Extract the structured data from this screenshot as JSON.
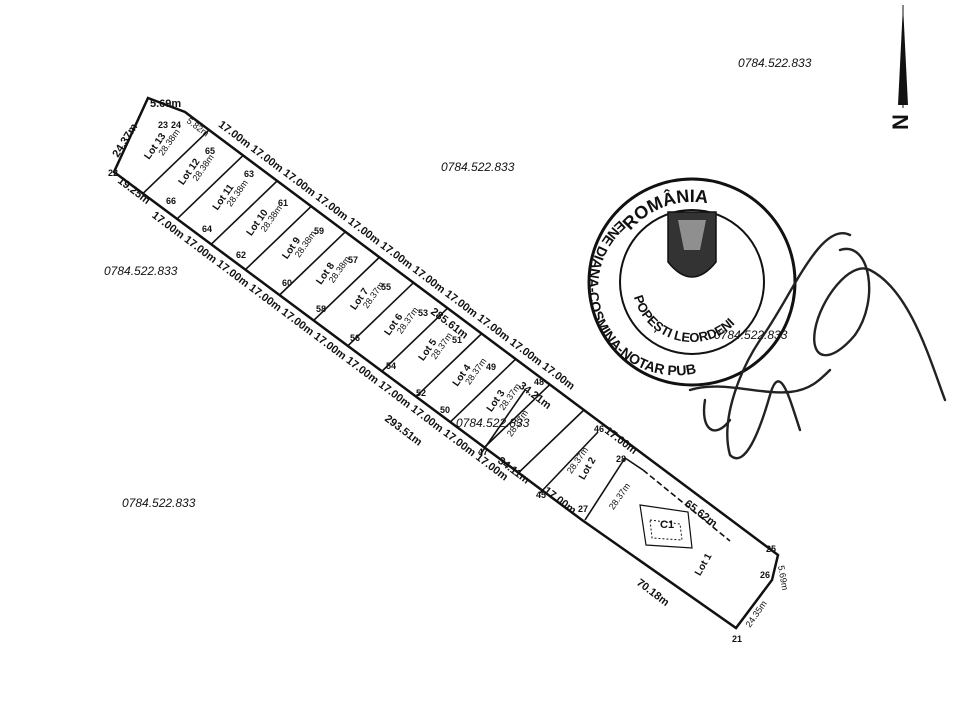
{
  "watermarks": [
    "0784.522.833",
    "0784.522.833",
    "0784.522.833",
    "0784.522.833",
    "0784.522.833",
    "0784.522.833"
  ],
  "north": {
    "label": "N",
    "icon": "north-arrow-icon"
  },
  "seal": {
    "country": "ROMÂNIA",
    "name": "ENE DIANA-COSMINA-NOTAR PUBLIC",
    "locality": "POPEȘTI LEORDENI",
    "icon": "coat-of-arms-icon"
  },
  "lots": [
    {
      "label": "Lot 1"
    },
    {
      "label": "Lot 2"
    },
    {
      "label": "Lot 3"
    },
    {
      "label": "Lot 4"
    },
    {
      "label": "Lot 5"
    },
    {
      "label": "Lot 6"
    },
    {
      "label": "Lot 7"
    },
    {
      "label": "Lot 8"
    },
    {
      "label": "Lot 9"
    },
    {
      "label": "Lot 10"
    },
    {
      "label": "Lot 11"
    },
    {
      "label": "Lot 12"
    },
    {
      "label": "Lot 13"
    }
  ],
  "dimensions": {
    "top_width": "5.69m",
    "diag_tl": "5.82m",
    "left_end": "24.37m",
    "left_edge": "19.25m",
    "top_lot_widths": [
      "17.00m",
      "17.00m",
      "17.00m",
      "17.00m",
      "17.00m",
      "17.00m",
      "17.00m",
      "17.00m",
      "17.00m",
      "17.00m",
      "17.00m"
    ],
    "bottom_lot_widths": [
      "17.00m",
      "17.00m",
      "17.00m",
      "17.00m",
      "17.00m",
      "17.00m",
      "17.00m",
      "17.00m",
      "17.00m",
      "17.00m",
      "17.00m"
    ],
    "top_total": "285.61m",
    "bottom_total": "293.51m",
    "lot_depths": [
      "28.38m",
      "28.38m",
      "28.38m",
      "28.38m",
      "28.38m",
      "28.38m",
      "28.37m",
      "28.37m",
      "28.37m",
      "28.37m",
      "28.37m",
      "28.37m",
      "28.37m",
      "28.37m"
    ],
    "top_34": "34.21m",
    "bottom_34": "34.11m",
    "top_17_end": "17.00m",
    "bottom_17_end": "17.00m",
    "lot1_top": "65.62m",
    "lot1_bottom": "70.18m",
    "right_a": "5.69m",
    "right_b": "24.35m",
    "building": "C1"
  },
  "points": [
    "22",
    "23",
    "24",
    "65",
    "66",
    "63",
    "64",
    "61",
    "62",
    "59",
    "60",
    "57",
    "58",
    "55",
    "56",
    "53",
    "54",
    "51",
    "52",
    "49",
    "50",
    "48",
    "47",
    "46",
    "45",
    "28",
    "27",
    "25",
    "26",
    "21"
  ]
}
